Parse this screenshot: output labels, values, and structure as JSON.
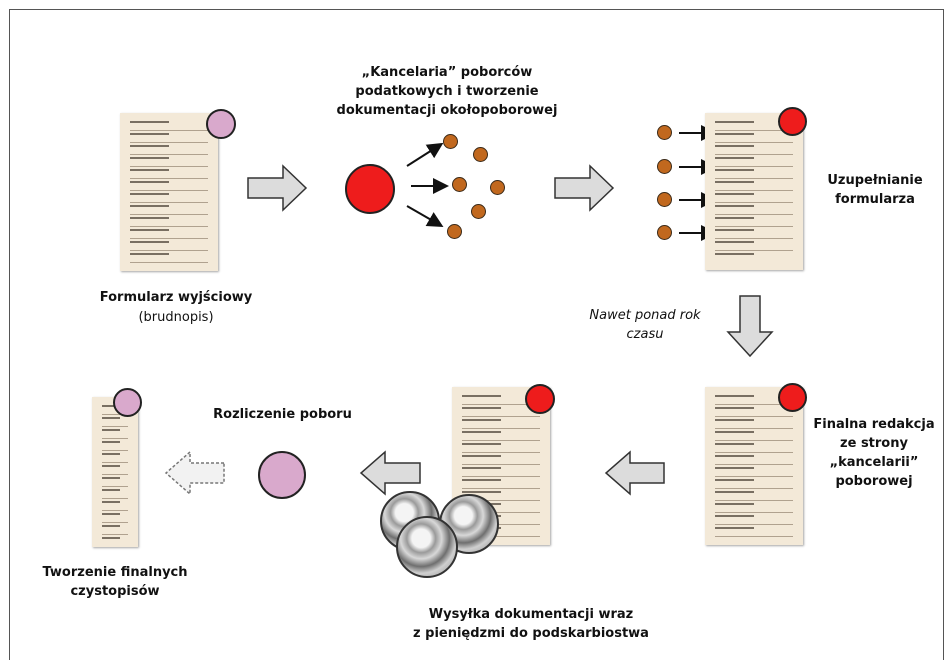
{
  "colors": {
    "red_marker": "#ee1c1c",
    "pink_marker": "#d9a9cc",
    "brown_dot": "#c1681e",
    "arrow_fill": "#dcdcdc"
  },
  "labels": {
    "kancelaria": "„Kancelaria” poborców\npodatkowych i tworzenie\ndokumentacji okołopoborowej",
    "formularz_title": "Formularz wyjściowy",
    "formularz_sub": "(brudnopis)",
    "uzupelnianie": "Uzupełnianie\nformularza",
    "nawet": "Nawet ponad rok\nczasu",
    "finalna": "Finalna redakcja\nze strony\n„kancelarii”\npoborowej",
    "rozliczenie": "Rozliczenie poboru",
    "tworzenie": "Tworzenie finalnych\nczystopisów",
    "wysylka": "Wysyłka dokumentacji wraz\nz pieniędzmi do podskarbiostwa"
  },
  "icons": [
    "manuscript-page-icon",
    "red-circle-icon",
    "pink-circle-icon",
    "brown-dot-icon",
    "coin-icon",
    "block-arrow-icon"
  ]
}
